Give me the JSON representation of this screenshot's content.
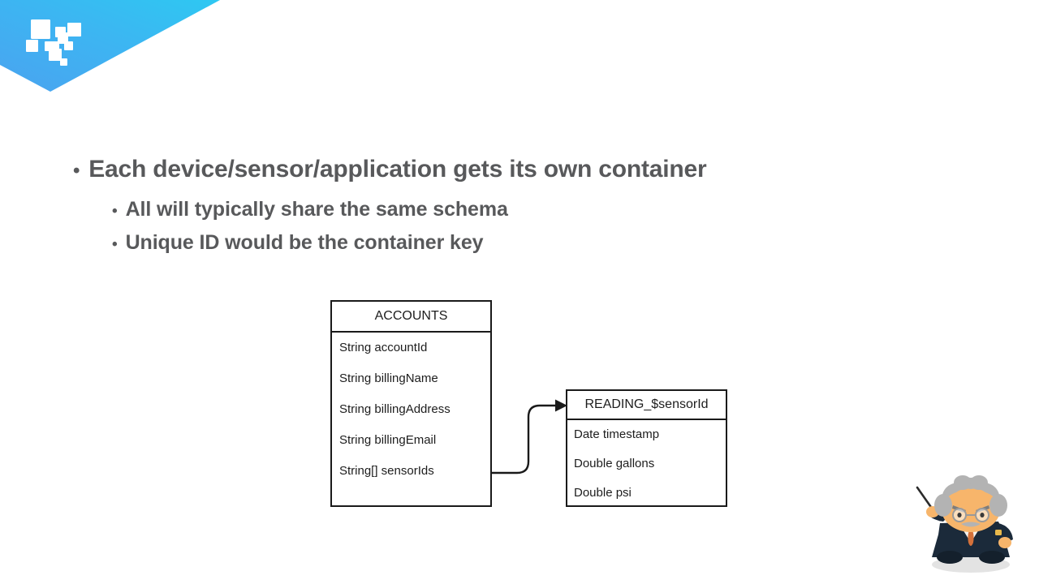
{
  "slide": {
    "background_color": "#ffffff",
    "text_color": "#58595b"
  },
  "banner": {
    "name": "decorative-chevron-banner",
    "gradient_from": "#4aa3f0",
    "gradient_to": "#2ec5f0",
    "logo_name": "squares-logo",
    "logo_color": "#ffffff"
  },
  "bullets": {
    "level1": {
      "marker": "•",
      "text": "Each device/sensor/application gets its own container"
    },
    "level2": [
      {
        "marker": "•",
        "text": "All will typically share the same schema"
      },
      {
        "marker": "•",
        "text": "Unique ID would be the container key"
      }
    ]
  },
  "diagram": {
    "type": "entity-relationship",
    "border_color": "#1a1a1a",
    "entities": [
      {
        "id": "accounts",
        "title": "ACCOUNTS",
        "fields": [
          "String accountId",
          "String billingName",
          "String billingAddress",
          "String billingEmail",
          "String[] sensorIds"
        ]
      },
      {
        "id": "reading",
        "title": "READING_$sensorId",
        "fields": [
          "Date timestamp",
          "Double gallons",
          "Double psi"
        ]
      }
    ],
    "connector": {
      "name": "accounts-to-reading-arrow",
      "from": "accounts",
      "to": "reading",
      "style": "s-curve-with-arrowhead"
    }
  },
  "character": {
    "name": "professor-mascot",
    "description": "cartoon professor with pointer stick",
    "skin_color": "#f7b56b",
    "hair_color": "#b3b3b3",
    "suit_color": "#1b2a3a",
    "tie_color": "#d4713a",
    "pointer_color": "#2b2b2b"
  }
}
